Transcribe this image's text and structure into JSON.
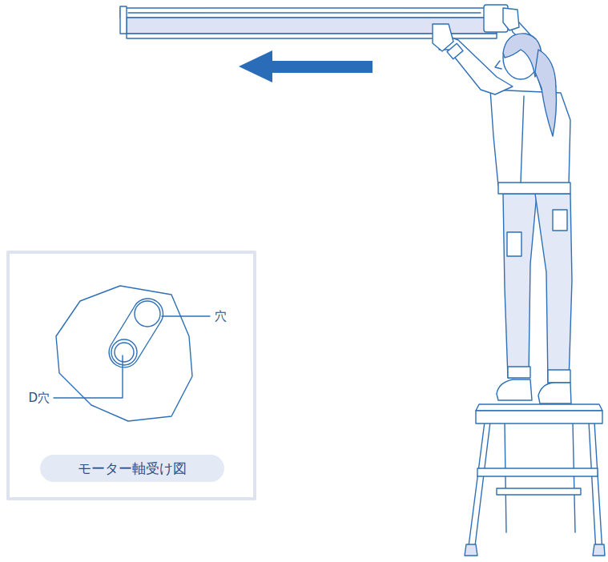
{
  "diagram": {
    "nodes": [
      {
        "text": [
          "モーター軸受け図"
        ]
      }
    ],
    "labels": [
      "穴",
      "D穴"
    ]
  }
}
